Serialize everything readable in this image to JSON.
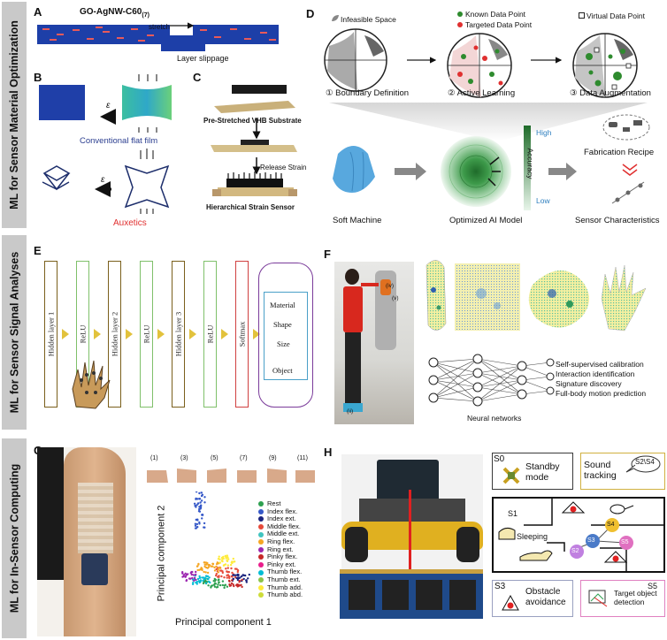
{
  "rows": {
    "row1": "ML for Sensor Material Optimization",
    "row2": "ML for Sensor Signal Analyses",
    "row3": "ML for In-Sensor Computing"
  },
  "panels": {
    "A": "A",
    "B": "B",
    "C": "C",
    "D": "D",
    "E": "E",
    "F": "F",
    "G": "G",
    "H": "H"
  },
  "panelA": {
    "title": "GO-AgNW-C60",
    "subscript": "(7)",
    "stretch": "stretch",
    "slippage": "Layer slippage"
  },
  "panelB": {
    "epsilon": "ε",
    "flat": "Conventional flat film",
    "auxetics": "Auxetics"
  },
  "panelC": {
    "substrate": "Pre-Stretched VHB Substrate",
    "release": "Release Strain",
    "sensor": "Hierarchical Strain Sensor"
  },
  "panelD": {
    "infeasible": "Infeasible Space",
    "known": "Known Data Point",
    "targeted": "Targeted Data Point",
    "virtual": "Virtual Data Point",
    "step1": "① Boundary Definition",
    "step2": "② Active Learning",
    "step3": "③ Data Augmentation",
    "high": "High",
    "low": "Low",
    "accuracy": "Accuracy",
    "soft": "Soft Machine",
    "model": "Optimized AI Model",
    "recipe": "Fabrication Recipe",
    "characteristics": "Sensor Characteristics",
    "colors": {
      "known": "#2e8b2e",
      "targeted": "#e03030"
    }
  },
  "panelE": {
    "layers": [
      "Hidden layer 1",
      "ReLU",
      "Hidden layer 2",
      "ReLU",
      "Hidden layer 3",
      "ReLU",
      "Softmax"
    ],
    "outputs": [
      "Material",
      "Shape",
      "Size",
      "Object"
    ]
  },
  "panelF": {
    "tags": [
      "(iv)",
      "(v)",
      "(ii)"
    ],
    "nn_label": "Neural networks",
    "tasks": [
      "Self-supervised calibration",
      "Interaction identification",
      "Signature discovery",
      "Full-body motion prediction"
    ]
  },
  "panelG": {
    "gestures": [
      "(1)",
      "(3)",
      "(5)",
      "(7)",
      "(9)",
      "(11)"
    ],
    "xlabel": "Principal component 1",
    "ylabel": "Principal component 2",
    "legend": [
      {
        "name": "Rest",
        "color": "#2ea050"
      },
      {
        "name": "Index flex.",
        "color": "#3558c8"
      },
      {
        "name": "Index ext.",
        "color": "#1a237e"
      },
      {
        "name": "Middle flex.",
        "color": "#e64a3a"
      },
      {
        "name": "Middle ext.",
        "color": "#40c4c0"
      },
      {
        "name": "Ring flex.",
        "color": "#f5a623"
      },
      {
        "name": "Ring ext.",
        "color": "#9c27b0"
      },
      {
        "name": "Pinky flex.",
        "color": "#c62828"
      },
      {
        "name": "Pinky ext.",
        "color": "#e91e8c"
      },
      {
        "name": "Thumb flex.",
        "color": "#00bcd4"
      },
      {
        "name": "Thumb ext.",
        "color": "#8bc34a"
      },
      {
        "name": "Thumb add.",
        "color": "#ffeb3b"
      },
      {
        "name": "Thumb abd.",
        "color": "#cddc39"
      }
    ]
  },
  "panelH": {
    "s0": "S0",
    "standby": "Standby mode",
    "sound": "Sound tracking",
    "s2s4": "S2\\S4",
    "s1": "S1",
    "sleeping": "Sleeping",
    "s3": "S3",
    "obstacle": "Obstacle avoidance",
    "s5": "S5",
    "target": "Target object detection",
    "nodes": [
      "S2",
      "S3",
      "S4",
      "S5"
    ]
  }
}
